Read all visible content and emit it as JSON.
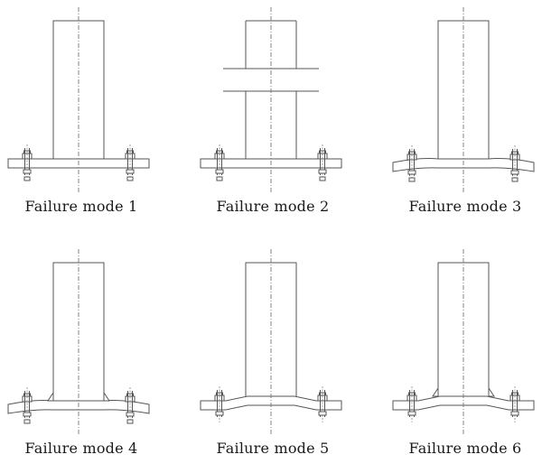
{
  "panels": [
    {
      "id": 1,
      "label": "Failure mode 1",
      "type": "flat_plate"
    },
    {
      "id": 2,
      "label": "Failure mode 2",
      "type": "column_break"
    },
    {
      "id": 3,
      "label": "Failure mode 3",
      "type": "plate_bent"
    },
    {
      "id": 4,
      "label": "Failure mode 4",
      "type": "plate_bent_weld"
    },
    {
      "id": 5,
      "label": "Failure mode 5",
      "type": "plate_bent_strong"
    },
    {
      "id": 6,
      "label": "Failure mode 6",
      "type": "plate_bent_strong_weld"
    }
  ]
}
